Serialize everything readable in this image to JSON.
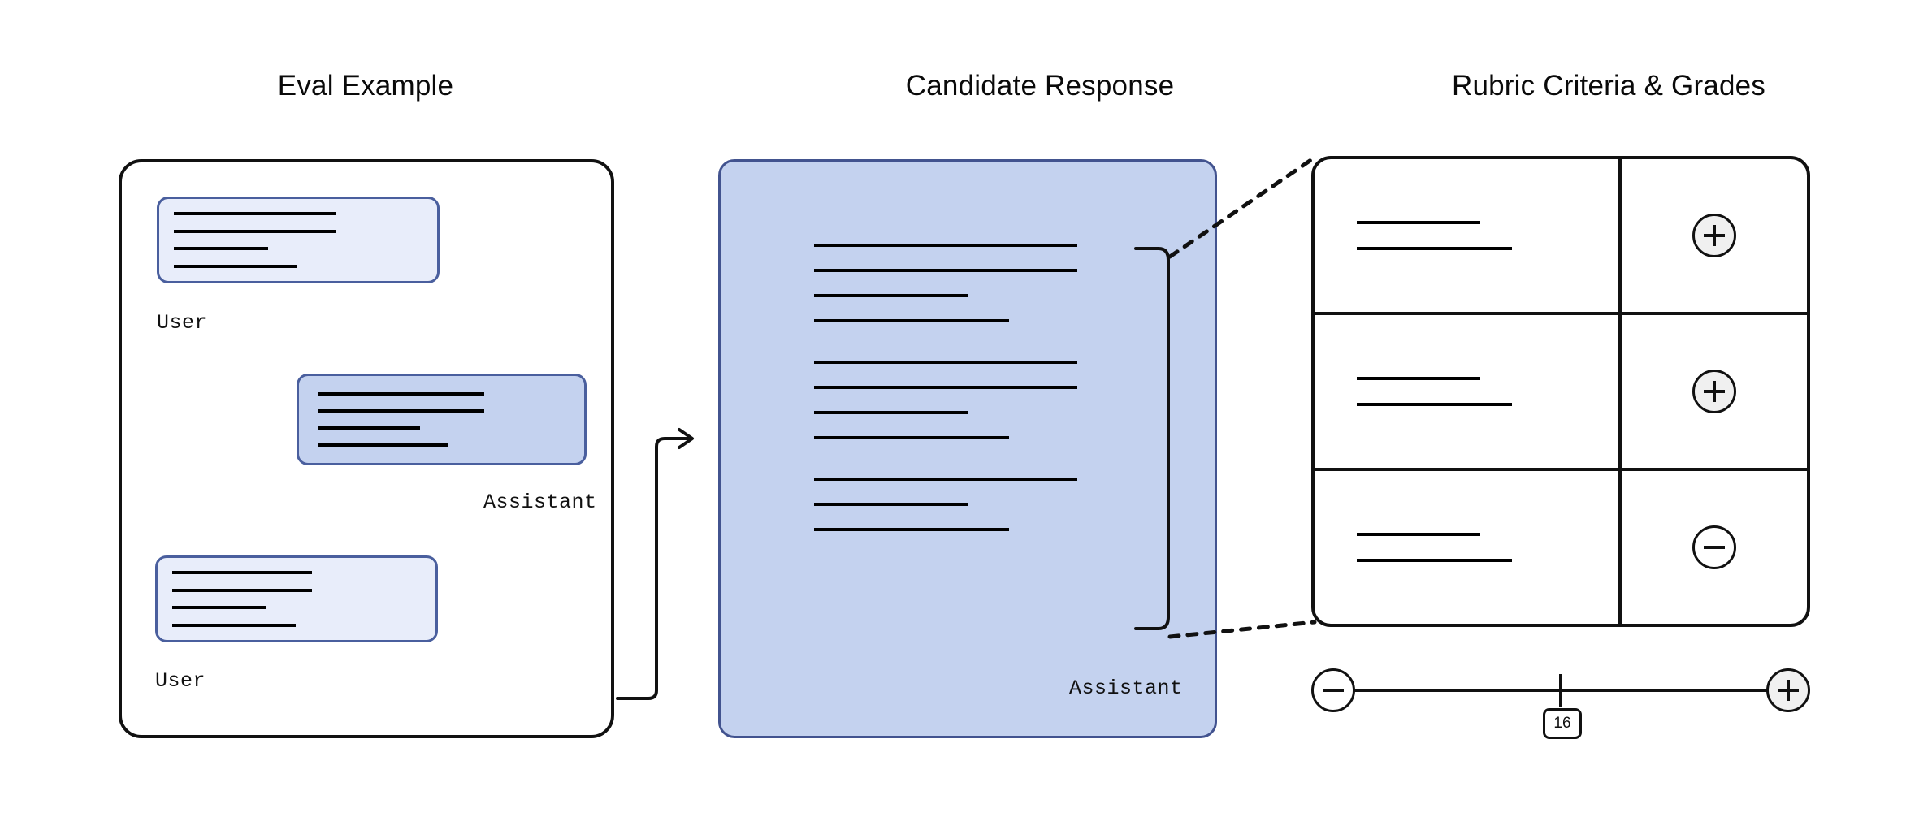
{
  "columns": {
    "eval": {
      "title": "Eval Example"
    },
    "candidate": {
      "title": "Candidate Response"
    },
    "rubric": {
      "title": "Rubric Criteria & Grades"
    }
  },
  "eval_example": {
    "messages": [
      {
        "role_label": "User",
        "align": "left",
        "style": "user",
        "line_widths": [
          200,
          200,
          116,
          152
        ]
      },
      {
        "role_label": "Assistant",
        "align": "right",
        "style": "assistant",
        "line_widths": [
          204,
          204,
          125,
          96
        ]
      },
      {
        "role_label": "User",
        "align": "left",
        "style": "user",
        "line_widths": [
          172,
          172,
          116,
          152
        ]
      }
    ]
  },
  "candidate_response": {
    "role_label": "Assistant",
    "paragraphs": [
      {
        "line_widths": [
          324,
          324,
          190,
          240
        ]
      },
      {
        "line_widths": [
          324,
          324,
          190,
          240
        ]
      },
      {
        "line_widths": [
          324,
          190,
          240
        ]
      }
    ]
  },
  "rubric": {
    "rows": [
      {
        "criteria_line_widths": [
          152,
          191
        ],
        "grade_icon": "plus-icon",
        "grade_state": "positive"
      },
      {
        "criteria_line_widths": [
          152,
          191
        ],
        "grade_icon": "plus-icon",
        "grade_state": "positive"
      },
      {
        "criteria_line_widths": [
          152,
          191
        ],
        "grade_icon": "minus-icon",
        "grade_state": "negative"
      }
    ]
  },
  "score_slider": {
    "decrement_icon": "minus-icon",
    "increment_icon": "plus-icon",
    "value": "16"
  },
  "colors": {
    "user_bubble_fill": "#e8edfa",
    "assistant_bubble_fill": "#c4d2ef",
    "bubble_border": "#4a5f9e",
    "candidate_panel_fill": "#c4d2ef",
    "candidate_panel_border": "#42538f",
    "panel_border": "#111111",
    "text": "#0a0a0a",
    "grade_filled": "#f0f0f0"
  }
}
